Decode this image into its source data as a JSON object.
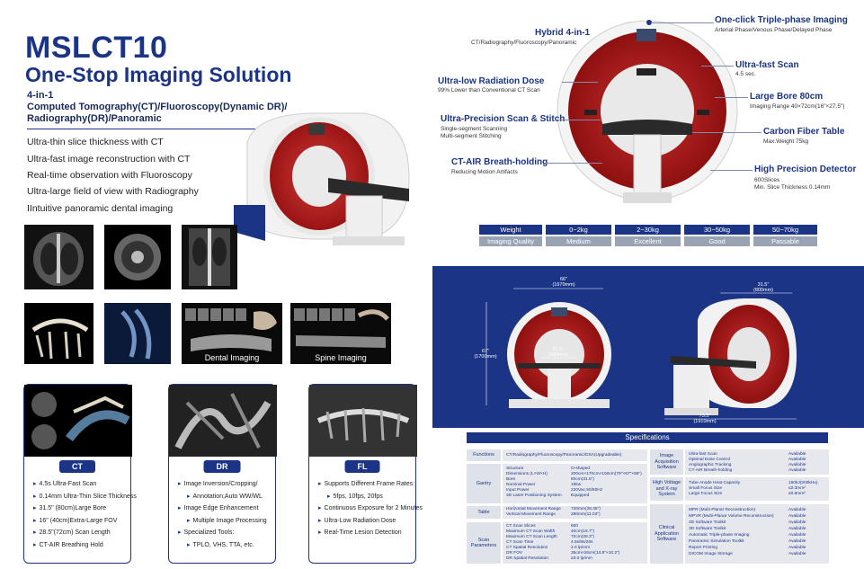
{
  "header": {
    "title": "MSLCT10",
    "subtitle": "One-Stop Imaging Solution",
    "four_in_one": "4-in-1",
    "modes": "Computed Tomography(CT)/Fluoroscopy(Dynamic DR)/ Radiography(DR)/Panoramic"
  },
  "features": [
    "Ultra-thin slice thickness with CT",
    "Ultra-fast image reconstruction with CT",
    "Real-time observation with Fluoroscopy",
    "Ultra-large field of view with Radiography",
    "IIntuitive panoramic dental imaging"
  ],
  "gallery": {
    "dental_label": "Dental Imaging",
    "spine_label": "Spine Imaging"
  },
  "cards": [
    {
      "label": "CT",
      "items": [
        "4.5s Ultra-Fast Scan",
        "0.14mm Ultra-Thin Slice Thickness",
        "31.5\" (80cm)Large Bore",
        "16\" (40cm)Extra-Large FOV",
        "28.5\"(72cm) Scan Length",
        "CT-AIR Breathing Hold"
      ]
    },
    {
      "label": "DR",
      "items": [
        "Image Inversion/Cropping/",
        "Annotation;Auto WW/WL",
        "Image Edge Enhancement",
        "Multiple Image Processing",
        "Specialized Tools:",
        "TPLO, VHS, TTA, etc."
      ]
    },
    {
      "label": "FL",
      "items": [
        "Supports Different Frame Rates:",
        "5fps, 10fps, 20fps",
        "Continuous Exposure for 2 Minutes",
        "Ultra-Low Radiation Dose",
        "Real-Time Lesion Detection"
      ]
    }
  ],
  "callouts": {
    "hybrid": {
      "title": "Hybrid 4-in-1",
      "sub": "CT/Radiography/Fluoroscopy/Panoramic"
    },
    "triple": {
      "title": "One-click Triple-phase Imaging",
      "sub": "Arterial Phase/Venous Phase/Delayed Phase"
    },
    "lowdose": {
      "title": "Ultra-low Radiation Dose",
      "sub": "99% Lower than Conventional CT Scan"
    },
    "fastscan": {
      "title": "Ultra-fast Scan",
      "sub": "4.5 sec."
    },
    "bore": {
      "title": "Large Bore 80cm",
      "sub": "Imaging Range 40×72cm(16\"×27.5\")"
    },
    "precision": {
      "title": "Ultra-Precision Scan & Stitch",
      "sub1": "Single-segment Scanning",
      "sub2": "Multi-segment Stitching"
    },
    "table": {
      "title": "Carbon Fiber Table",
      "sub": "Max.Weight 75kg"
    },
    "airhold": {
      "title": "CT-AIR Breath-holding",
      "sub": "Reducing Motion Artifacts"
    },
    "detector": {
      "title": "High Precision Detector",
      "sub1": "600Slices",
      "sub2": "Min. Slice Thickness 0.14mm"
    }
  },
  "weight_table": {
    "weights": [
      "Weight",
      "0~2kg",
      "2~30kg",
      "30~50kg",
      "50~70kg"
    ],
    "qualities": [
      "Imaging Quality",
      "Medium",
      "Excellent",
      "Good",
      "Passable"
    ]
  },
  "dimensions": {
    "width_top": "66\"\n(1670mm)",
    "bore_front": "31.5\"\n(800mm)",
    "height": "67\"\n(1700mm)",
    "bore_side": "31.5\"\n(800mm)",
    "length": "75.5\"\n(1910mm)"
  },
  "specs": {
    "title": "Specifications",
    "functions": {
      "label": "Functions",
      "value": "CT/Radiography/Fluoroscopy/Panoramic/DSA(Upgradeable)"
    },
    "gantry": {
      "label": "Gantry",
      "keys": [
        "Structure",
        "Dimensions (L×W×H)",
        "Bore",
        "Nominal Power",
        "Input Power",
        "3D Laser Positioning System"
      ],
      "values": [
        "O-shaped",
        "200cm×170cm×150cm(79\"×67\"×59\")",
        "80cm(31.5\")",
        "15kw",
        "220Vac,50/60Hz",
        "Equipped"
      ]
    },
    "table": {
      "label": "Table",
      "keys": [
        "Horizontal Movement Range",
        "Vertical Movement Range"
      ],
      "values": [
        "720mm(28.35\")",
        "280mm(11.03\")"
      ]
    },
    "scan": {
      "label": "Scan Parameters",
      "keys": [
        "CT Scan Slices",
        "Maximum CT Scan Width",
        "Maximum CT Scan Length",
        "CT Scan Time",
        "CT Spatial Resolution",
        "DR FOV",
        "DR Spatial Resolution"
      ],
      "values": [
        "600",
        "40cm(15.7\")",
        "72cm(28.3\")",
        "4.5s/8s/20s",
        "2.0 lp/mm",
        "35cm×26cm(13.8\"×10.2\")",
        "≥3.0 lp/mm"
      ]
    },
    "acq": {
      "label": "Image Acquisition Software",
      "keys": [
        "Ultra-fast Scan",
        "Optimal Dose Control",
        "Angiographic Tracking",
        "CT-AIR Breath-holding"
      ],
      "values": [
        "Available",
        "Available",
        "Available",
        "Available"
      ]
    },
    "hv": {
      "label": "High Voltage and X-ray System",
      "keys": [
        "Tube Anode Heat Capacity",
        "Small Focus Size",
        "Large Focus Size"
      ],
      "values": [
        "150kJ(200kHu)",
        "≤0.3mm²",
        "≤0.6mm²"
      ]
    },
    "clinical": {
      "label": "Clinical Application Software",
      "keys": [
        "MPR (Multi-Planar Reconstruction)",
        "MPVR (Multi-Planar Volume Reconstruction)",
        "2D Software Toolkit",
        "3D Software Toolkit",
        "Automatic Triple-phase Imaging",
        "Panoramic Simulation Toolkit",
        "Report Printing",
        "DICOM Image Storage"
      ],
      "values": [
        "Available",
        "Available",
        "Available",
        "Available",
        "Available",
        "Available",
        "Available",
        "Available"
      ]
    }
  }
}
